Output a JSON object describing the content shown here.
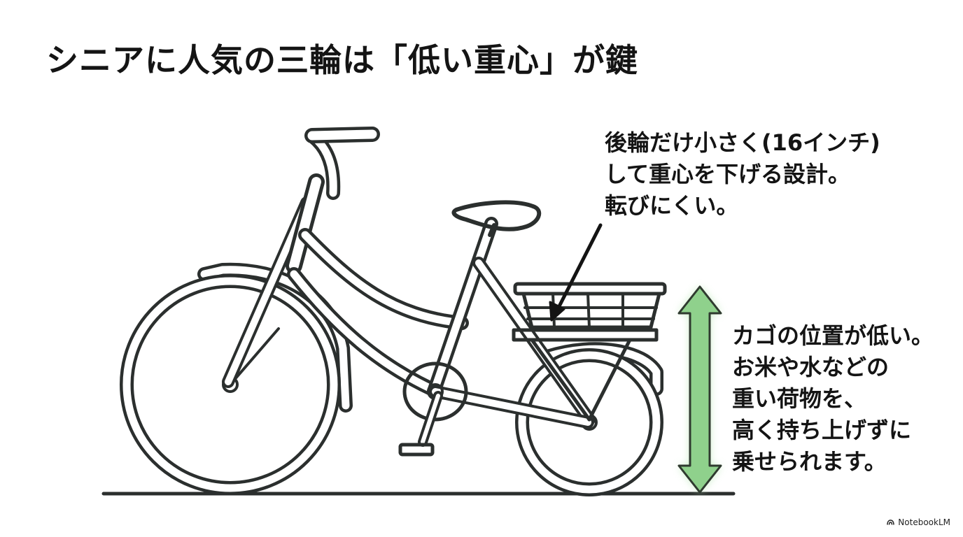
{
  "title": "シニアに人気の三輪は「低い重心」が鍵",
  "annotations": {
    "rear_wheel": {
      "lines": [
        "後輪だけ小さく(16インチ)",
        "して重心を下げる設計。",
        "転びにくい。"
      ]
    },
    "basket": {
      "lines": [
        "カゴの位置が低い。",
        "お米や水などの",
        "重い荷物を、",
        "高く持ち上げずに",
        "乗せられます。"
      ]
    }
  },
  "colors": {
    "line": "#2b2f2e",
    "arrow_fill": "#8fd18c",
    "arrow_glow": "#b9e7b5",
    "text": "#141414"
  },
  "branding": {
    "label": "NotebookLM",
    "icon": "notebooklm-logo-icon"
  }
}
